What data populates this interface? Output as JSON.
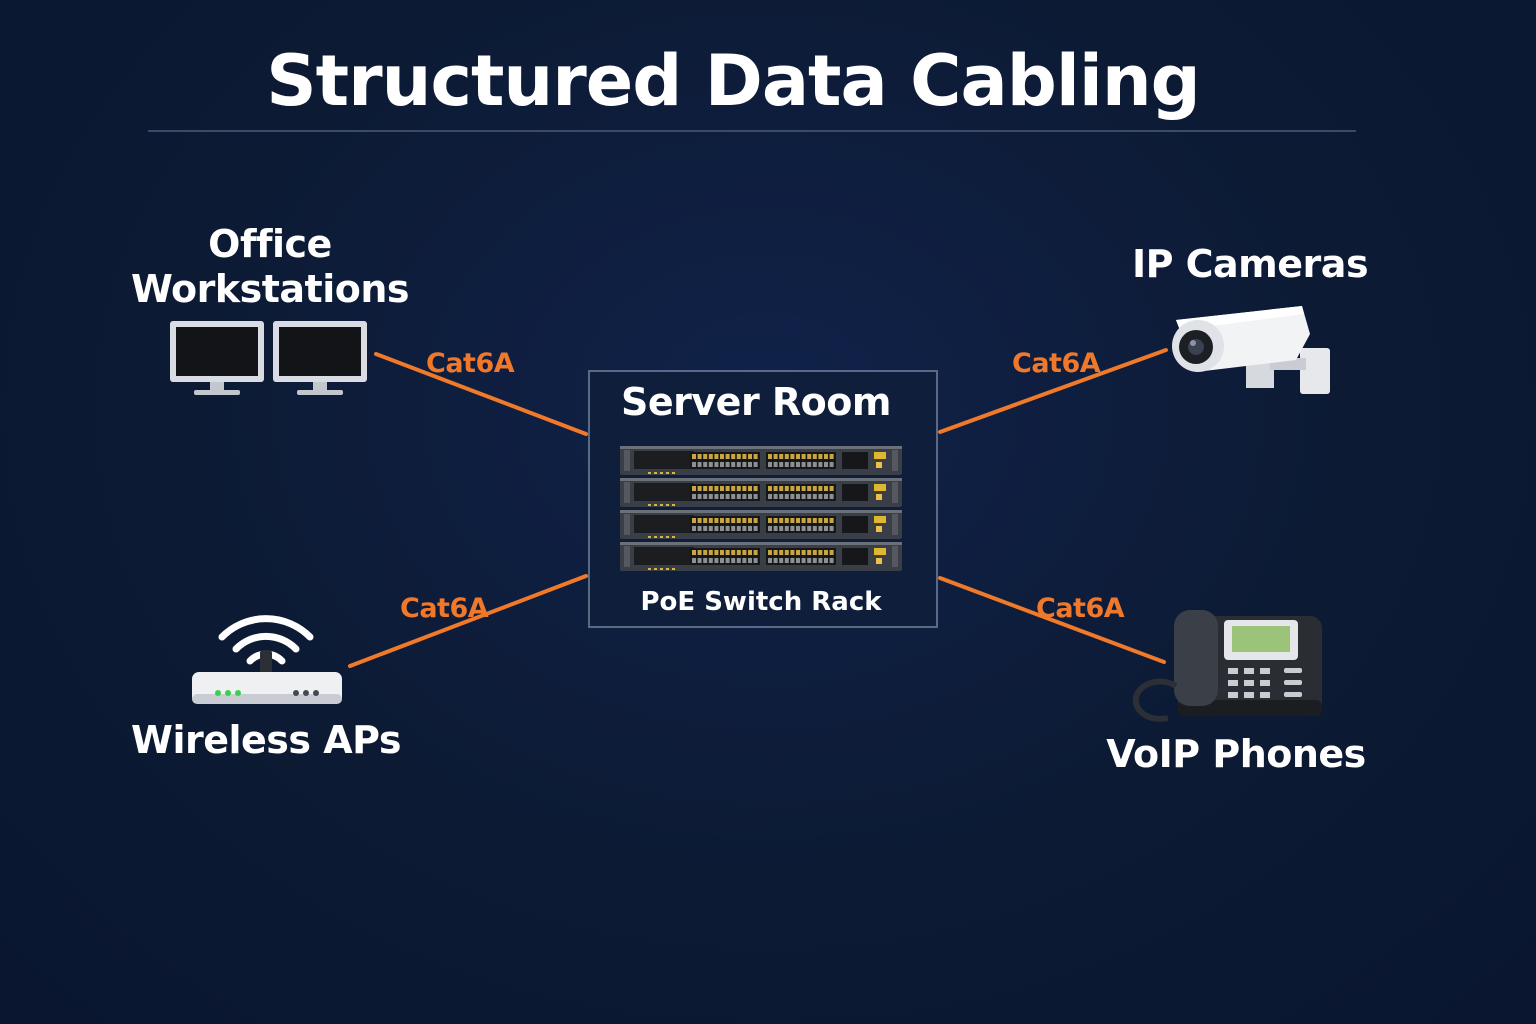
{
  "title": "Structured Data Cabling",
  "hub": {
    "title": "Server Room",
    "caption": "PoE Switch Rack"
  },
  "endpoints": {
    "workstations": {
      "line1": "Office",
      "line2": "Workstations"
    },
    "cameras": {
      "label": "IP Cameras"
    },
    "aps": {
      "label": "Wireless APs"
    },
    "phones": {
      "label": "VoIP Phones"
    }
  },
  "cables": {
    "workstations": "Cat6A",
    "cameras": "Cat6A",
    "aps": "Cat6A",
    "phones": "Cat6A"
  },
  "colors": {
    "background": "#0c1a33",
    "cable": "#f07a2a",
    "text": "#ffffff"
  }
}
